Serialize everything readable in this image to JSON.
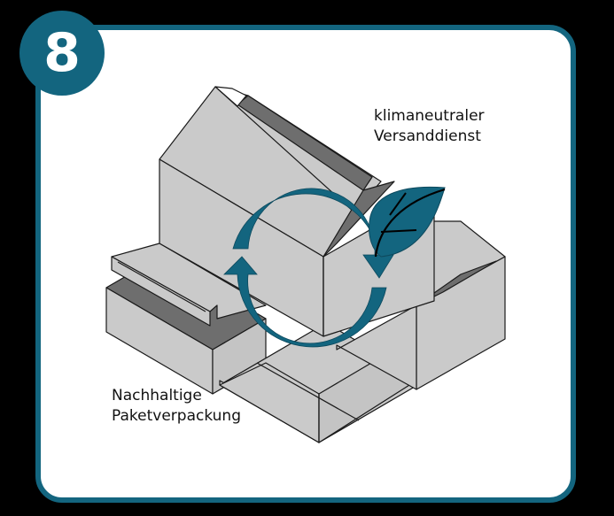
{
  "badge": {
    "number": "8",
    "color": "#13657f"
  },
  "card": {
    "border_color": "#13657f",
    "background": "#ffffff"
  },
  "labels": {
    "shipping": {
      "line1": "klimaneutraler",
      "line2": "Versanddienst"
    },
    "packaging": {
      "line1": "Nachhaltige",
      "line2": "Paketverpackung"
    }
  },
  "icons": {
    "cycle": "recycle-arrows-icon",
    "leaf": "leaf-icon",
    "boxes": "open-boxes-illustration"
  },
  "colors": {
    "accent": "#13657f",
    "box_face": "#cacaca",
    "box_shadow": "#6e6e6e",
    "outline": "#1a1a1a",
    "background": "#000000"
  }
}
